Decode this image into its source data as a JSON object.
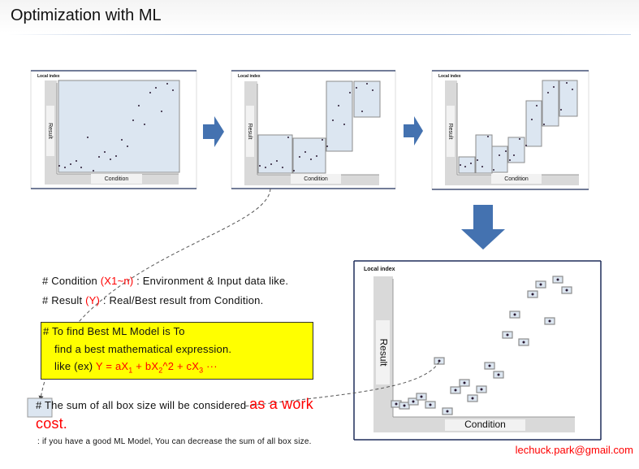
{
  "header": {
    "title": "Optimization with ML"
  },
  "panels": [
    {
      "local_index": "Local index",
      "y_label": "Result",
      "x_label": "Condition"
    },
    {
      "local_index": "Local index",
      "y_label": "Result",
      "x_label": "Condition"
    },
    {
      "local_index": "Local index",
      "y_label": "Result",
      "x_label": "Condition"
    },
    {
      "local_index": "Local index",
      "y_label": "Result",
      "x_label": "Condition"
    }
  ],
  "notes": {
    "condition_prefix": "# Condition ",
    "condition_var": "(X1~n)",
    "condition_desc": " : Environment & Input data like.",
    "result_prefix": "# Result ",
    "result_var": "(Y)",
    "result_desc": " : Real/Best result from Condition.",
    "box_line1": "# To find Best ML Model is To",
    "box_line2": "find a best mathematical expression.",
    "box_line3_prefix": "like (ex) ",
    "formula": {
      "y": "Y = aX",
      "s1": "1",
      "p2": " + bX",
      "s2": "2",
      "p3": "^2 + cX",
      "s3": "3",
      "p4": " ···"
    },
    "sum_text": "# The sum of all box size will be considered ",
    "sum_emph": "as a work cost.",
    "footnote": ": if you have a good ML Model, You can decrease the sum of all box size."
  },
  "footer": {
    "email": "lechuck.park@gmail.com"
  },
  "colors": {
    "accent": "#4472b0",
    "box_fill": "#dce6f1",
    "highlight": "#ffff00",
    "emphasis": "#ff0000",
    "frame": "#1f2d5a"
  }
}
